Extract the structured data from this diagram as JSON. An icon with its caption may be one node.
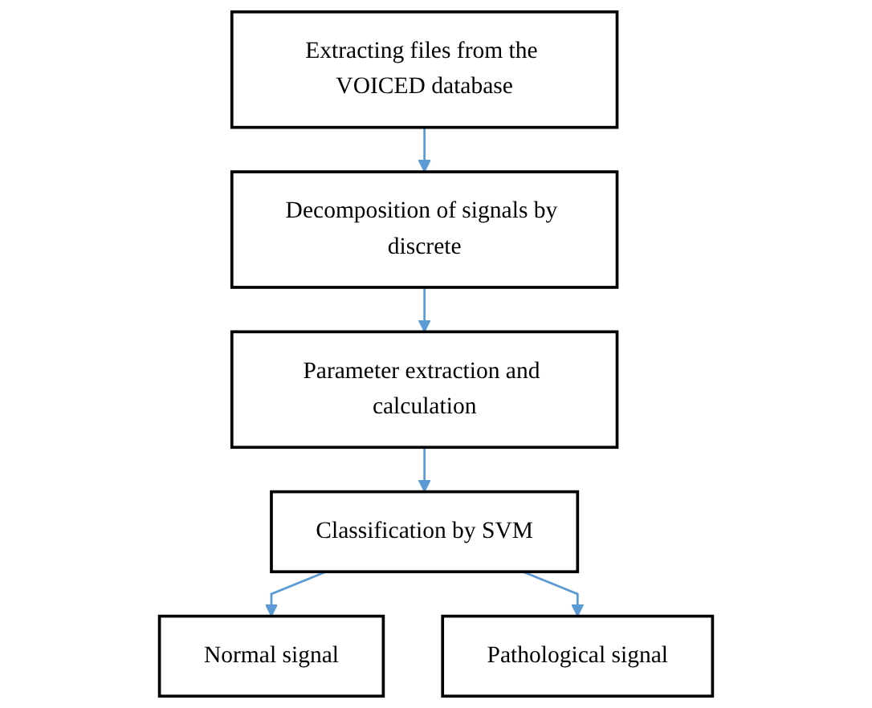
{
  "diagram": {
    "nodes": [
      {
        "text": [
          "Extracting files from the VOICED database"
        ]
      },
      {
        "text": [
          "Decomposition of signals by discrete"
        ]
      },
      {
        "text": [
          "Parameter extraction and calculation"
        ]
      },
      {
        "text": [
          "Classification by SVM"
        ]
      },
      {
        "text": [
          "Normal signal"
        ]
      },
      {
        "text": [
          "Pathological signal"
        ]
      }
    ],
    "edges": [
      {
        "from": 0,
        "to": 1,
        "arrow": "to"
      },
      {
        "from": 1,
        "to": 2,
        "arrow": "to"
      },
      {
        "from": 2,
        "to": 3,
        "arrow": "to"
      },
      {
        "from": 3,
        "to": 4,
        "arrow": "to"
      },
      {
        "from": 3,
        "to": 5,
        "arrow": "to"
      }
    ]
  }
}
